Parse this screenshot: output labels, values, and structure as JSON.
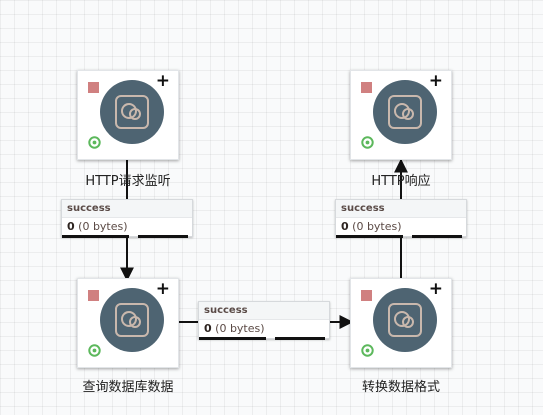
{
  "processors": [
    {
      "id": "http-request",
      "label": "HTTP请求监听"
    },
    {
      "id": "http-response",
      "label": "HTTP响应"
    },
    {
      "id": "query-db",
      "label": "查询数据库数据"
    },
    {
      "id": "convert-format",
      "label": "转换数据格式"
    }
  ],
  "connections": [
    {
      "id": "conn-request-to-query",
      "relationship": "success",
      "count": "0",
      "size": "(0 bytes)"
    },
    {
      "id": "conn-convert-to-response",
      "relationship": "success",
      "count": "0",
      "size": "(0 bytes)"
    },
    {
      "id": "conn-query-to-convert",
      "relationship": "success",
      "count": "0",
      "size": "(0 bytes)"
    }
  ],
  "icons": {
    "stop": "stop-square-icon",
    "add": "plus-icon",
    "processor": "processor-icon",
    "running": "running-status-icon"
  },
  "colors": {
    "processor_circle": "#4e6472",
    "stopped_indicator": "#d08080",
    "running_indicator": "#5cb85c",
    "edge": "#111111"
  }
}
